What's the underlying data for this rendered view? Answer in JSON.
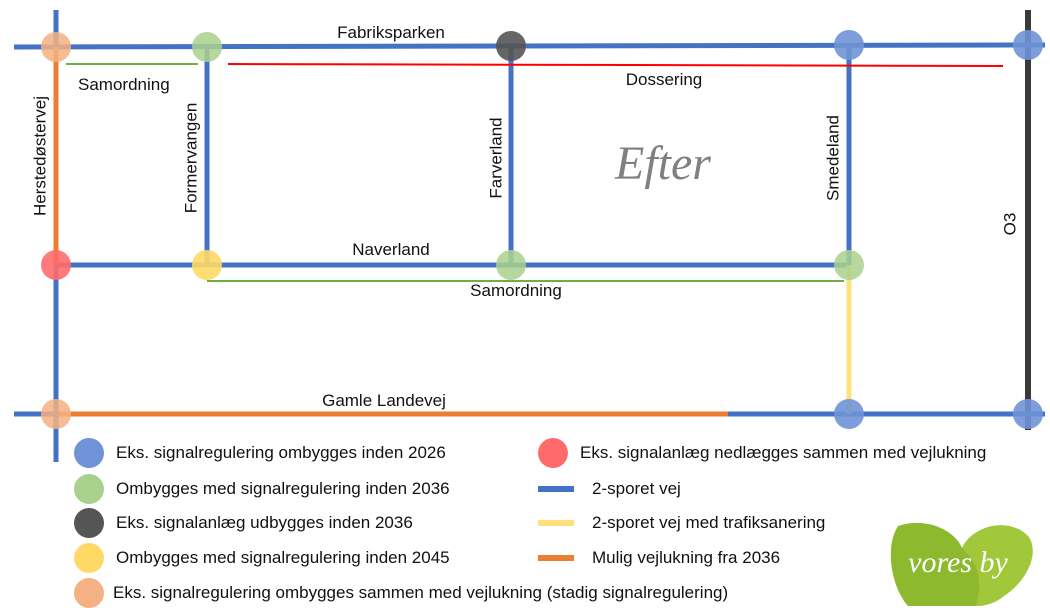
{
  "roads": {
    "fabriksparken": "Fabriksparken",
    "naverland": "Naverland",
    "gamle_landevej": "Gamle Landevej",
    "herstedostervej": "Herstedøstervej",
    "formervangen": "Formervangen",
    "farverland": "Farverland",
    "smedeland": "Smedeland",
    "o3": "O3"
  },
  "annotations": {
    "samordning_top": "Samordning",
    "samordning_mid": "Samordning",
    "dossering": "Dossering"
  },
  "title": "Efter",
  "colors": {
    "road_2lane": "#4472C4",
    "road_traffic_calming": "#FFE07A",
    "road_closure": "#ED7D31",
    "o3": "#3A3A3A",
    "dossering": "#FF0000",
    "samordning": "#70AD47",
    "node_blue": "#6F93D6",
    "node_green": "#A9D18E",
    "node_dark": "#555555",
    "node_yellow": "#FFD966",
    "node_peach": "#F4B183",
    "node_red": "#FF6B6B"
  },
  "legend": {
    "left": [
      {
        "label": "Eks. signalregulering ombygges inden 2026",
        "color": "#6F93D6"
      },
      {
        "label": "Ombygges med signalregulering inden 2036",
        "color": "#A9D18E"
      },
      {
        "label": "Eks. signalanlæg udbygges inden 2036",
        "color": "#555555"
      },
      {
        "label": "Ombygges med signalregulering inden 2045",
        "color": "#FFD966"
      },
      {
        "label": "Eks. signalregulering ombygges sammen med vejlukning (stadig signalregulering)",
        "color": "#F4B183"
      }
    ],
    "right": [
      {
        "label": "Eks. signalanlæg nedlægges sammen med vejlukning",
        "color": "#FF6B6B",
        "kind": "dot"
      },
      {
        "label": "2-sporet vej",
        "color": "#4472C4",
        "kind": "line"
      },
      {
        "label": "2-sporet vej med trafiksanering",
        "color": "#FFE07A",
        "kind": "line"
      },
      {
        "label": "Mulig vejlukning fra 2036",
        "color": "#ED7D31",
        "kind": "line"
      }
    ]
  },
  "logo": {
    "text": "vores by",
    "color": "#8DB92E"
  }
}
